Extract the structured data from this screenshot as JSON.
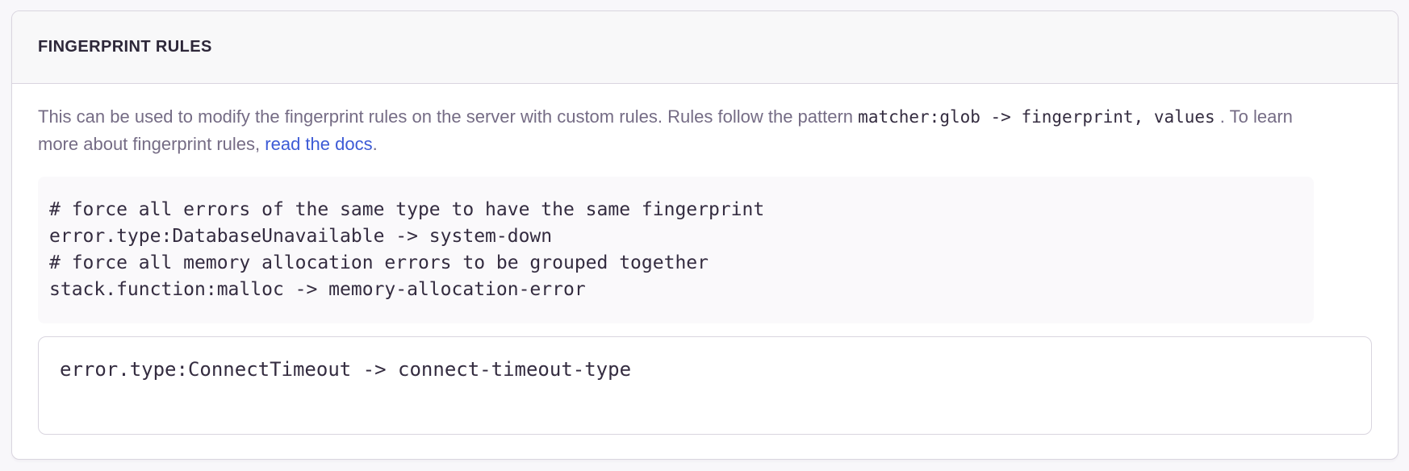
{
  "theme": {
    "page_bg": "#F8F7FA",
    "panel_border": "#D9D5DF",
    "header_bg": "#F8F8F9",
    "heading_color": "#2D2739",
    "text_color": "#756C85",
    "code_color": "#342C40",
    "code_bg": "#FAF9FB",
    "link_color": "#3D5BD6"
  },
  "panel": {
    "title": "FINGERPRINT RULES",
    "description": {
      "text_before_code": "This can be used to modify the fingerprint rules on the server with custom rules. Rules follow the pattern ",
      "inline_code": "matcher:glob -> fingerprint, values",
      "text_after_code": " . To learn more about fingerprint rules, ",
      "link_label": "read the docs",
      "text_end": "."
    },
    "example_code": "# force all errors of the same type to have the same fingerprint\nerror.type:DatabaseUnavailable -> system-down\n# force all memory allocation errors to be grouped together\nstack.function:malloc -> memory-allocation-error",
    "input": {
      "value": "error.type:ConnectTimeout -> connect-timeout-type"
    }
  }
}
